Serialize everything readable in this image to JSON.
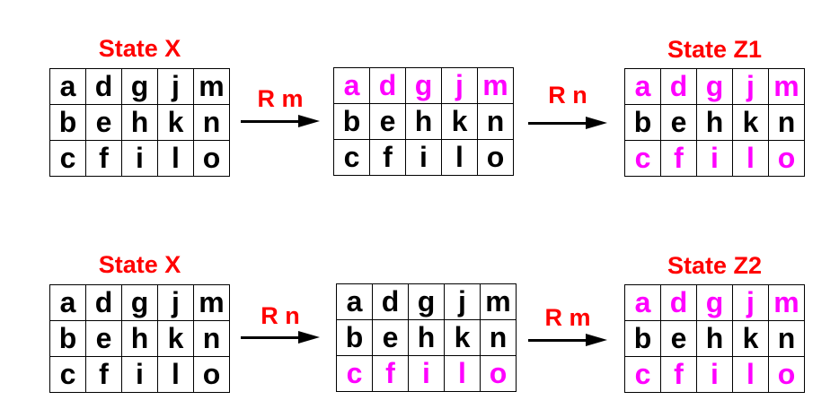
{
  "colors": {
    "red": "#ff0000",
    "magenta": "#ff00ff",
    "black": "#000000",
    "background": "#ffffff",
    "grid_border": "#000000"
  },
  "diagram": {
    "rows": [
      {
        "states": [
          {
            "title": "State X",
            "grid": [
              [
                "a",
                "d",
                "g",
                "j",
                "m"
              ],
              [
                "b",
                "e",
                "h",
                "k",
                "n"
              ],
              [
                "c",
                "f",
                "i",
                "l",
                "o"
              ]
            ],
            "row_colors": [
              "black",
              "black",
              "black"
            ]
          },
          {
            "title": "",
            "grid": [
              [
                "a",
                "d",
                "g",
                "j",
                "m"
              ],
              [
                "b",
                "e",
                "h",
                "k",
                "n"
              ],
              [
                "c",
                "f",
                "i",
                "l",
                "o"
              ]
            ],
            "row_colors": [
              "magenta",
              "black",
              "black"
            ]
          },
          {
            "title": "State Z1",
            "grid": [
              [
                "a",
                "d",
                "g",
                "j",
                "m"
              ],
              [
                "b",
                "e",
                "h",
                "k",
                "n"
              ],
              [
                "c",
                "f",
                "i",
                "l",
                "o"
              ]
            ],
            "row_colors": [
              "magenta",
              "black",
              "magenta"
            ]
          }
        ],
        "arrows": [
          {
            "label": "R m"
          },
          {
            "label": "R n"
          }
        ]
      },
      {
        "states": [
          {
            "title": "State X",
            "grid": [
              [
                "a",
                "d",
                "g",
                "j",
                "m"
              ],
              [
                "b",
                "e",
                "h",
                "k",
                "n"
              ],
              [
                "c",
                "f",
                "i",
                "l",
                "o"
              ]
            ],
            "row_colors": [
              "black",
              "black",
              "black"
            ]
          },
          {
            "title": "",
            "grid": [
              [
                "a",
                "d",
                "g",
                "j",
                "m"
              ],
              [
                "b",
                "e",
                "h",
                "k",
                "n"
              ],
              [
                "c",
                "f",
                "i",
                "l",
                "o"
              ]
            ],
            "row_colors": [
              "black",
              "black",
              "magenta"
            ]
          },
          {
            "title": "State Z2",
            "grid": [
              [
                "a",
                "d",
                "g",
                "j",
                "m"
              ],
              [
                "b",
                "e",
                "h",
                "k",
                "n"
              ],
              [
                "c",
                "f",
                "i",
                "l",
                "o"
              ]
            ],
            "row_colors": [
              "magenta",
              "black",
              "magenta"
            ]
          }
        ],
        "arrows": [
          {
            "label": "R n"
          },
          {
            "label": "R m"
          }
        ]
      }
    ]
  }
}
